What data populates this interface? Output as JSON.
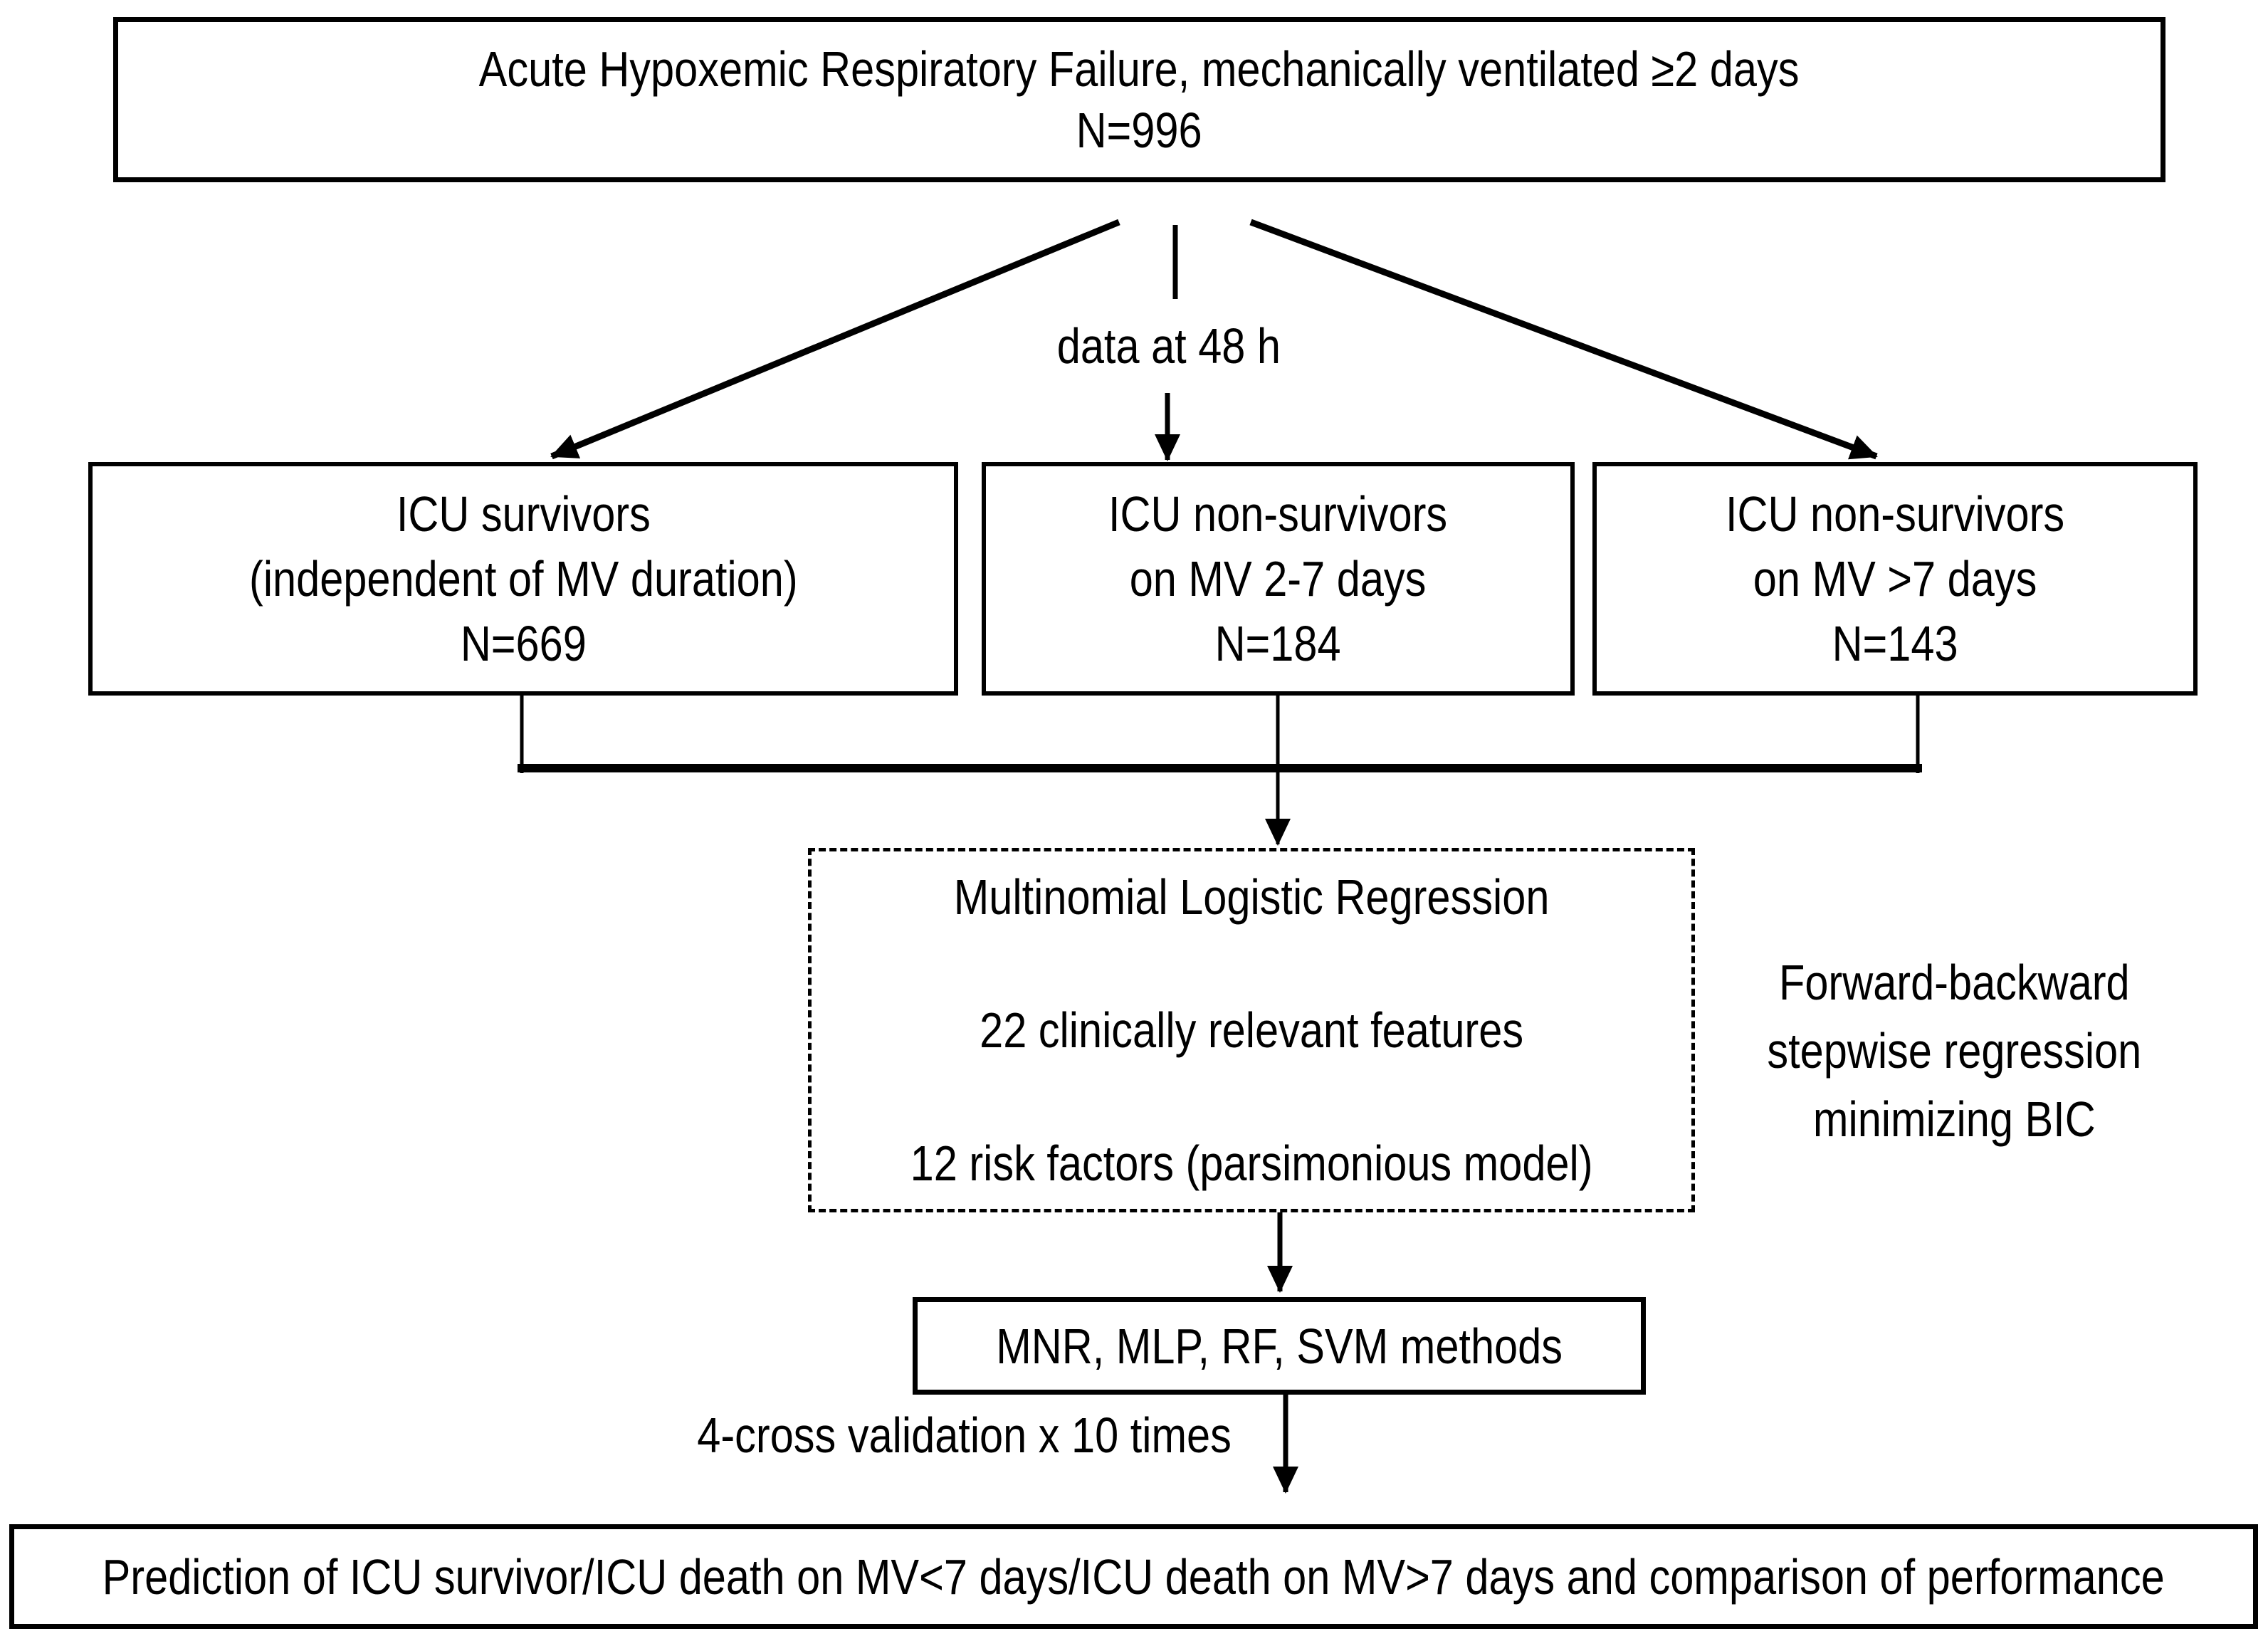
{
  "diagram": {
    "title_box": {
      "line1": "Acute Hypoxemic Respiratory Failure, mechanically ventilated ≥2 days",
      "line2": "N=996"
    },
    "branch_label": "data at 48 h",
    "cohorts": [
      {
        "line1": "ICU survivors",
        "line2": "(independent of MV duration)",
        "line3": "N=669"
      },
      {
        "line1": "ICU non-survivors",
        "line2": "on MV 2-7 days",
        "line3": "N=184"
      },
      {
        "line1": "ICU non-survivors",
        "line2": "on MV >7 days",
        "line3": "N=143"
      }
    ],
    "model_box": {
      "line1": "Multinomial Logistic Regression",
      "line2": "22 clinically relevant features",
      "line3": "12 risk factors (parsimonious model)"
    },
    "side_note": {
      "line1": "Forward-backward",
      "line2": "stepwise regression",
      "line3": "minimizing BIC"
    },
    "methods_box": {
      "label": "MNR, MLP, RF, SVM methods"
    },
    "validation_label": "4-cross validation x 10 times",
    "outcome_box": {
      "label": "Prediction of ICU survivor/ICU death on MV<7 days/ICU death on MV>7 days and comparison of performance"
    },
    "colors": {
      "stroke": "#000000",
      "background": "#ffffff",
      "text": "#000000"
    }
  }
}
